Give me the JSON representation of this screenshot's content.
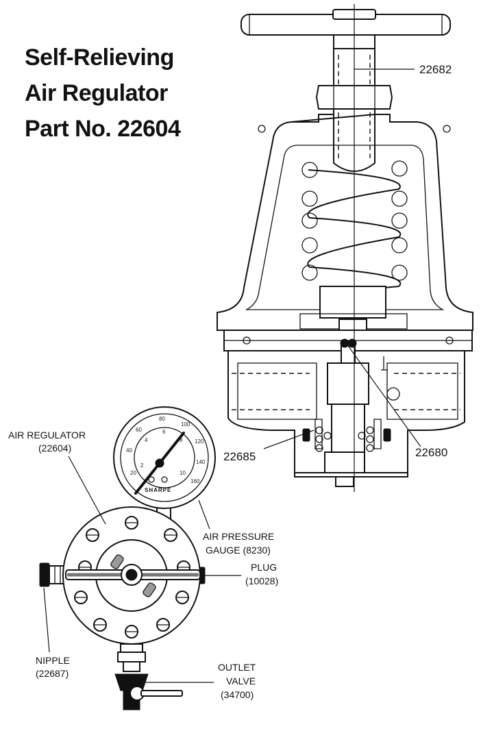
{
  "title": {
    "line1": "Self-Relieving",
    "line2": "Air Regulator",
    "line3": "Part No. 22604"
  },
  "callouts": {
    "handle": "22682",
    "seat": "22680",
    "spring_left": "22685"
  },
  "labels": {
    "regulator_line1": "AIR REGULATOR",
    "regulator_line2": "(22604)",
    "gauge_line1": "AIR PRESSURE",
    "gauge_line2": "GAUGE (8230)",
    "plug_line1": "PLUG",
    "plug_line2": "(10028)",
    "nipple_line1": "NIPPLE",
    "nipple_line2": "(22687)",
    "outlet_line1": "OUTLET",
    "outlet_line2": "VALVE",
    "outlet_line3": "(34700)"
  },
  "gauge": {
    "brand": "SHARPE",
    "outer_scale": [
      "20",
      "40",
      "60",
      "80",
      "100",
      "120",
      "140",
      "160"
    ],
    "inner_scale": [
      "2",
      "4",
      "6",
      "8",
      "10"
    ]
  }
}
